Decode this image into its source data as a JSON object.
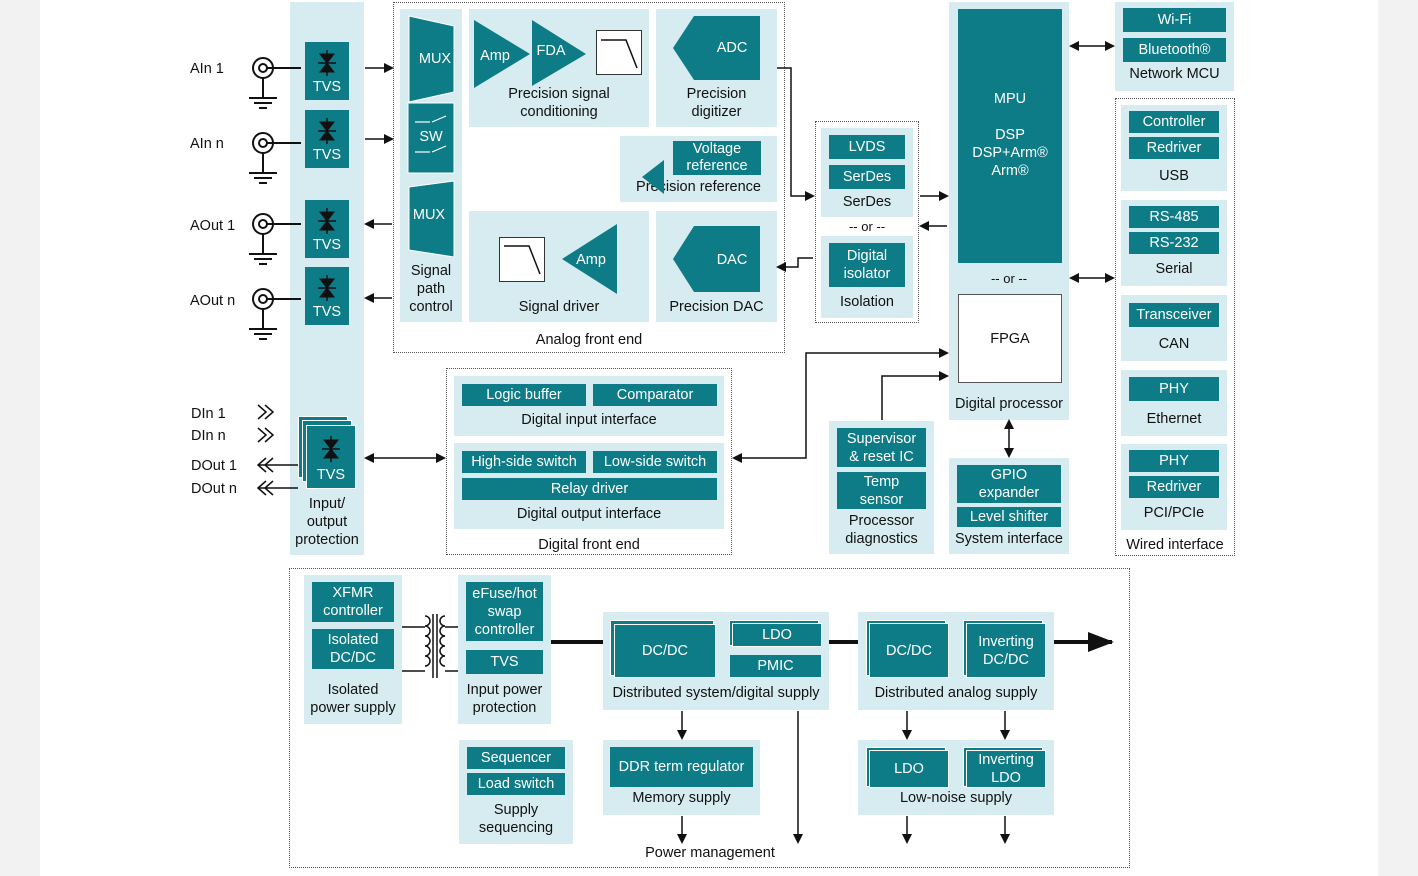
{
  "colors": {
    "dark": "#0e7c86",
    "light": "#d6ecf0",
    "line": "#111111"
  },
  "io": {
    "ain1": "AIn 1",
    "ainn": "AIn n",
    "aout1": "AOut 1",
    "aoutn": "AOut n",
    "din1": "DIn 1",
    "dinn": "DIn n",
    "dout1": "DOut 1",
    "doutn": "DOut n",
    "tvs": "TVS",
    "protection_title": "Input/\noutput\nprotection"
  },
  "afe": {
    "title": "Analog front end",
    "mux": "MUX",
    "sw": "SW",
    "mux2": "MUX",
    "signal_path": "Signal\npath\ncontrol",
    "amp": "Amp",
    "fda": "FDA",
    "conditioning": "Precision signal\nconditioning",
    "adc": "ADC",
    "digitizer": "Precision\ndigitizer",
    "vref": "Voltage\nreference",
    "precision_reference": "Precision reference",
    "amp2": "Amp",
    "signal_driver": "Signal driver",
    "dac": "DAC",
    "precision_dac": "Precision DAC"
  },
  "interface_mid": {
    "lvds": "LVDS",
    "serdes_chip": "SerDes",
    "serdes": "SerDes",
    "or": "-- or --",
    "digital_isolator": "Digital\nisolator",
    "isolation": "Isolation"
  },
  "processor": {
    "mpu": "MPU",
    "dsp": "DSP\nDSP+Arm®\nArm®",
    "or": "-- or --",
    "fpga": "FPGA",
    "title": "Digital processor"
  },
  "dfe": {
    "title": "Digital front end",
    "logic_buffer": "Logic buffer",
    "comparator": "Comparator",
    "digital_input": "Digital input interface",
    "high_side": "High-side switch",
    "low_side": "Low-side switch",
    "relay_driver": "Relay driver",
    "digital_output": "Digital output interface"
  },
  "diagnostics": {
    "supervisor": "Supervisor\n& reset IC",
    "temp": "Temp\nsensor",
    "title": "Processor\ndiagnostics"
  },
  "system_interface": {
    "gpio": "GPIO\nexpander",
    "level_shifter": "Level shifter",
    "title": "System interface"
  },
  "network": {
    "wifi": "Wi-Fi",
    "bluetooth": "Bluetooth®",
    "title": "Network MCU"
  },
  "wired": {
    "title": "Wired interface",
    "controller": "Controller",
    "redriver": "Redriver",
    "usb": "USB",
    "rs485": "RS-485",
    "rs232": "RS-232",
    "serial": "Serial",
    "transceiver": "Transceiver",
    "can": "CAN",
    "phy": "PHY",
    "ethernet": "Ethernet",
    "phy2": "PHY",
    "redriver2": "Redriver",
    "pcie": "PCI/PCIe"
  },
  "power": {
    "title": "Power management",
    "xfmr": "XFMR\ncontroller",
    "isolated_dcdc": "Isolated\nDC/DC",
    "isolated_supply": "Isolated\npower supply",
    "efuse": "eFuse/hot\nswap\ncontroller",
    "tvs": "TVS",
    "input_power": "Input power\nprotection",
    "dcdc": "DC/DC",
    "ldo": "LDO",
    "pmic": "PMIC",
    "dist_system": "Distributed system/digital supply",
    "dcdc2": "DC/DC",
    "inverting_dcdc": "Inverting\nDC/DC",
    "dist_analog": "Distributed analog supply",
    "sequencer": "Sequencer",
    "load_switch": "Load switch",
    "supply_seq": "Supply\nsequencing",
    "ddr": "DDR term regulator",
    "memory_supply": "Memory supply",
    "ldo2": "LDO",
    "inverting_ldo": "Inverting\nLDO",
    "low_noise": "Low-noise supply"
  }
}
